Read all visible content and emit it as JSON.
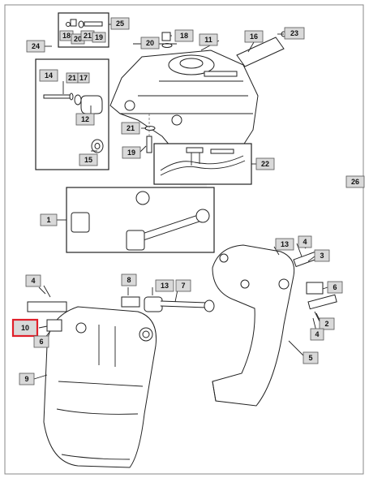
{
  "labels": [
    {
      "id": "25",
      "text": "25"
    },
    {
      "id": "18a",
      "text": "18"
    },
    {
      "id": "20a",
      "text": "20"
    },
    {
      "id": "21a",
      "text": "21"
    },
    {
      "id": "19a",
      "text": "19"
    },
    {
      "id": "24",
      "text": "24"
    },
    {
      "id": "20b",
      "text": "20"
    },
    {
      "id": "18b",
      "text": "18"
    },
    {
      "id": "11",
      "text": "11"
    },
    {
      "id": "16",
      "text": "16"
    },
    {
      "id": "23",
      "text": "23"
    },
    {
      "id": "14",
      "text": "14"
    },
    {
      "id": "21b",
      "text": "21"
    },
    {
      "id": "17",
      "text": "17"
    },
    {
      "id": "12",
      "text": "12"
    },
    {
      "id": "15",
      "text": "15"
    },
    {
      "id": "21c",
      "text": "21"
    },
    {
      "id": "19b",
      "text": "19"
    },
    {
      "id": "22",
      "text": "22"
    },
    {
      "id": "26",
      "text": "26"
    },
    {
      "id": "1",
      "text": "1"
    },
    {
      "id": "13a",
      "text": "13"
    },
    {
      "id": "4a",
      "text": "4"
    },
    {
      "id": "3",
      "text": "3"
    },
    {
      "id": "6a",
      "text": "6"
    },
    {
      "id": "2",
      "text": "2"
    },
    {
      "id": "4b",
      "text": "4"
    },
    {
      "id": "5",
      "text": "5"
    },
    {
      "id": "8",
      "text": "8"
    },
    {
      "id": "13b",
      "text": "13"
    },
    {
      "id": "7",
      "text": "7"
    },
    {
      "id": "4c",
      "text": "4"
    },
    {
      "id": "10",
      "text": "10",
      "highlighted": true
    },
    {
      "id": "6b",
      "text": "6"
    },
    {
      "id": "9",
      "text": "9"
    }
  ],
  "colors": {
    "highlight": "#e0202a",
    "label_fill": "#d9d9d9",
    "line": "#222222"
  }
}
